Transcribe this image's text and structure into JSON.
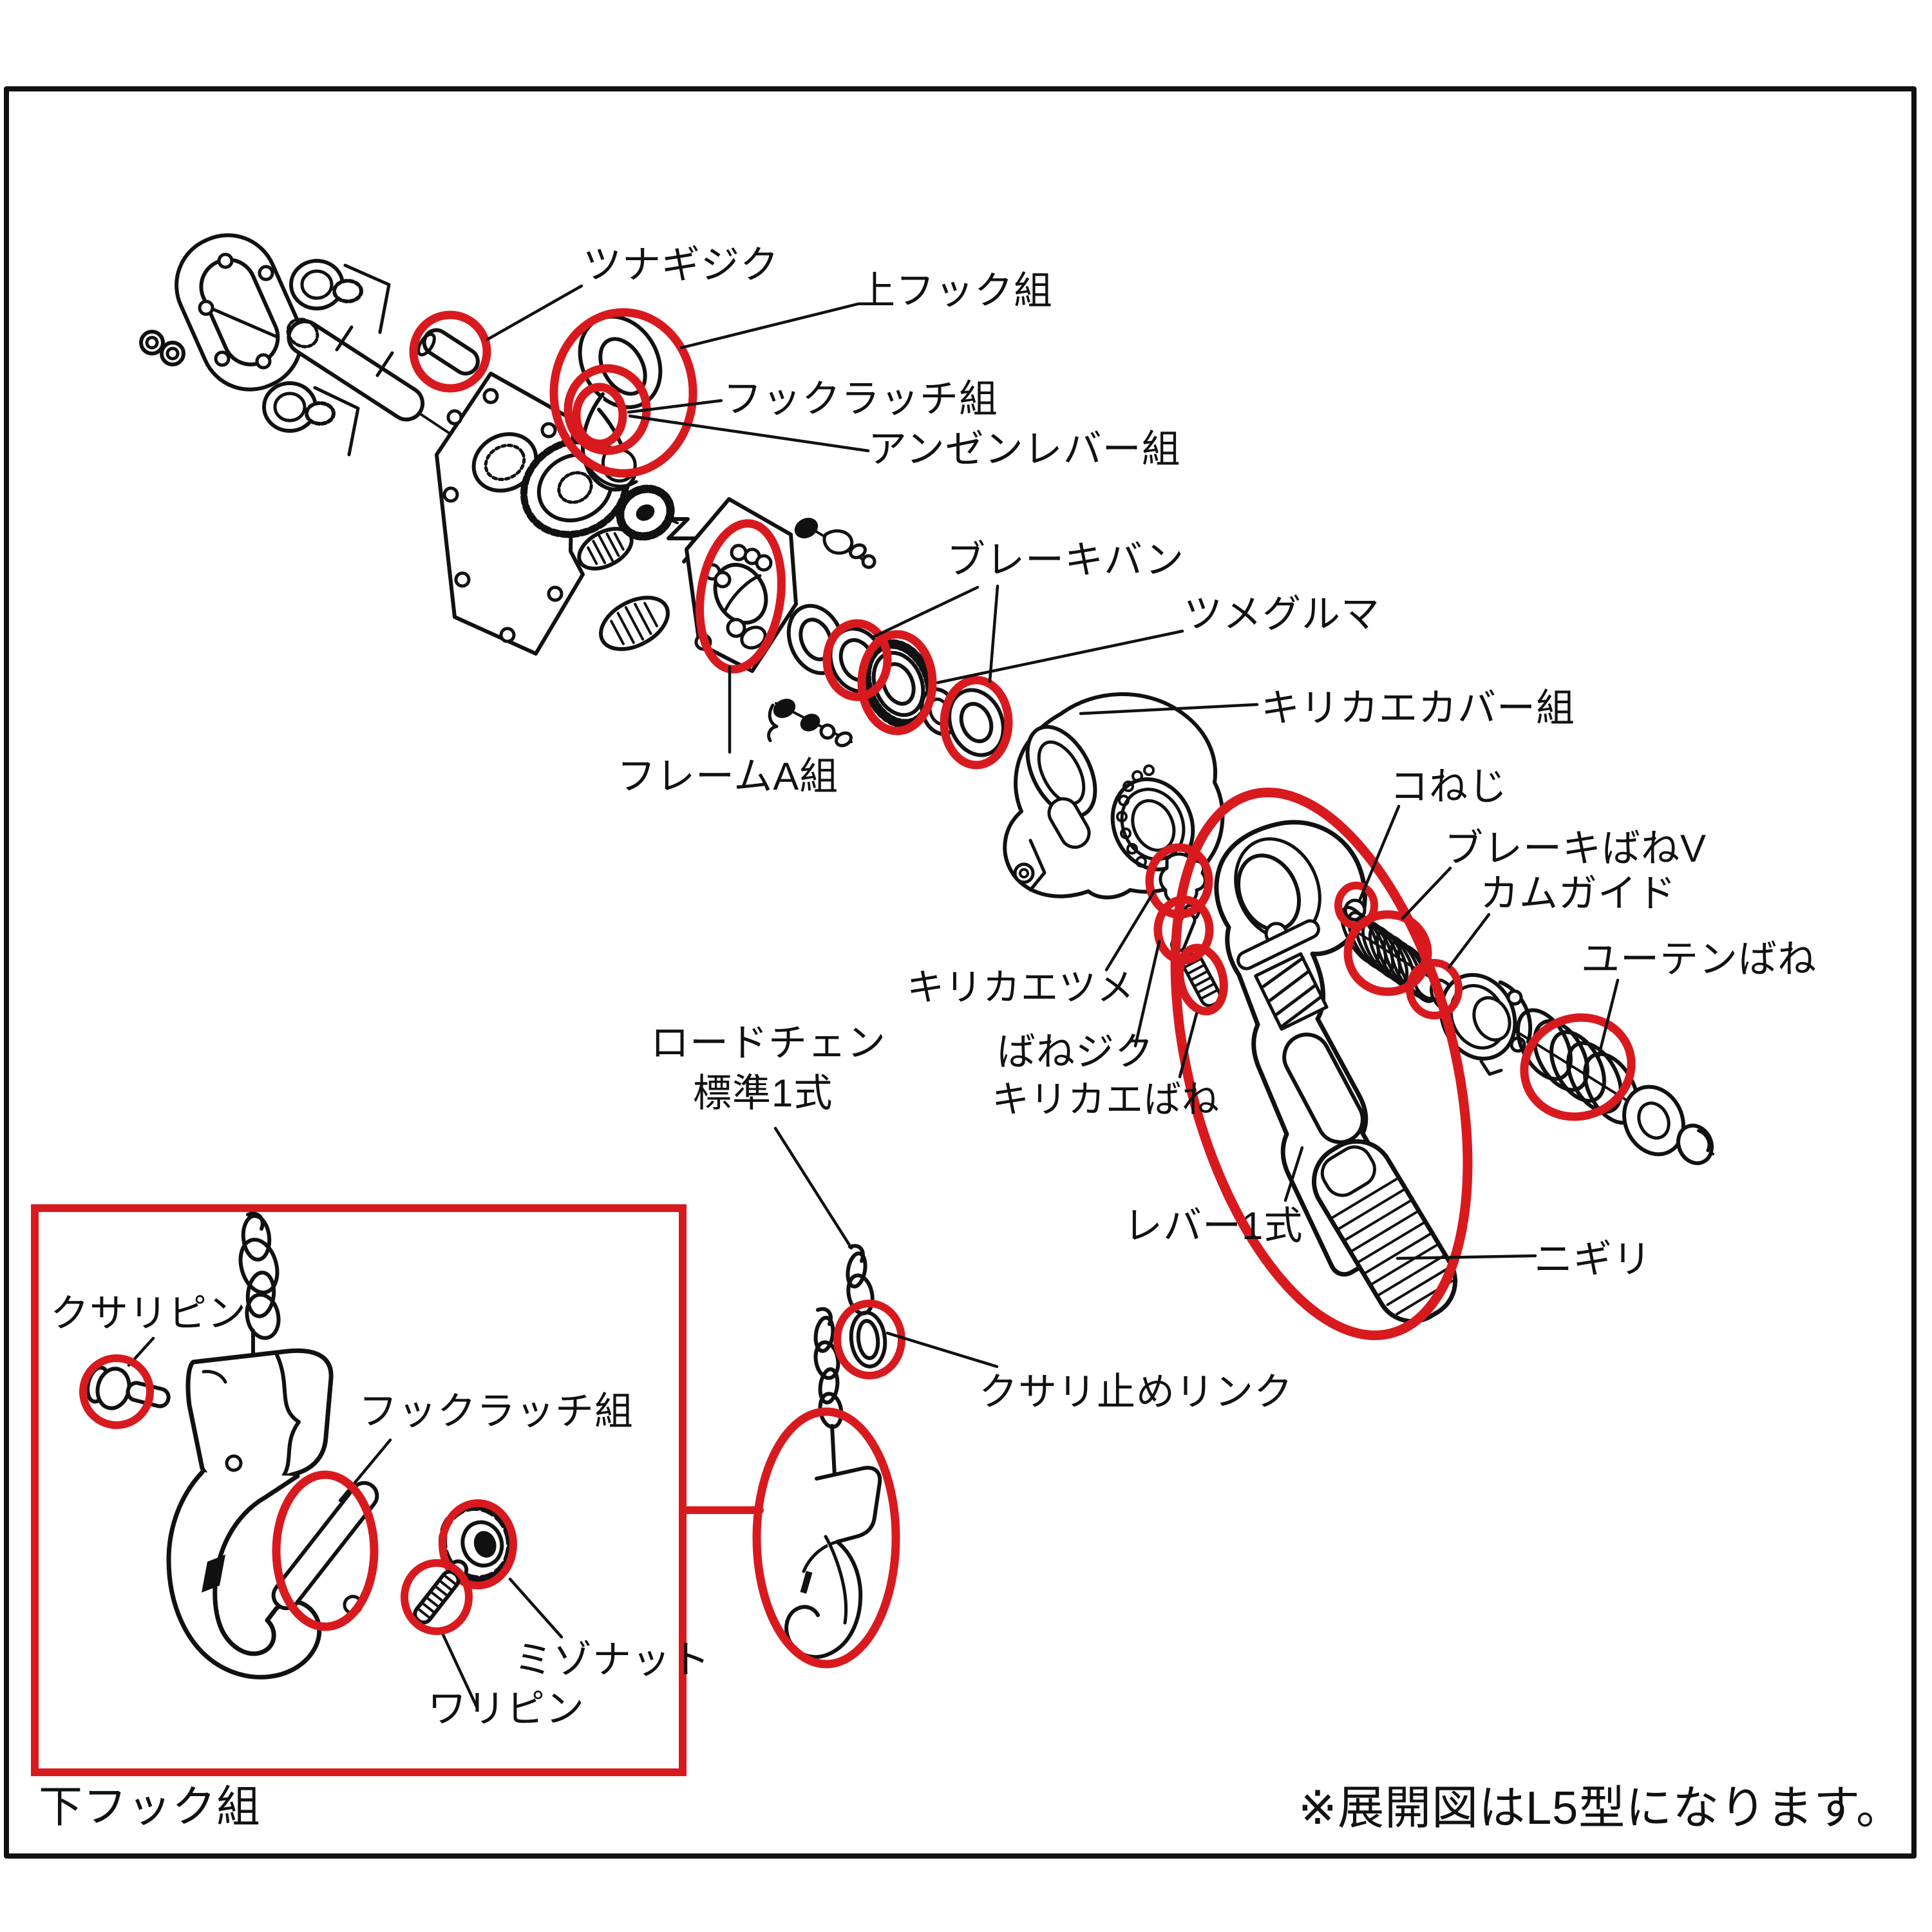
{
  "diagram": {
    "type": "exploded-parts-diagram",
    "note": "※展開図はL5型になります。",
    "box_caption": "下フック組",
    "colors": {
      "highlight": "#d81a1f",
      "line": "#111111",
      "background": "#ffffff"
    },
    "labels": {
      "tsunagi_jiku": "ツナギジク",
      "ue_hook_kumi": "上フック組",
      "hook_latch_kumi_upper": "フックラッチ組",
      "anzen_lever_kumi": "アンゼンレバー組",
      "brake_ban": "ブレーキバン",
      "tsume_guruma": "ツメグルマ",
      "kirikae_cover_kumi": "キリカエカバー組",
      "frame_a_kumi": "フレームA組",
      "ko_neji": "コねじ",
      "brake_bane_v": "ブレーキばねV",
      "cam_guide": "カムガイド",
      "yuten_bane": "ユーテンばね",
      "kirikae_tsume": "キリカエツメ",
      "bane_jiku": "ばねジク",
      "kirikae_bane": "キリカエばね",
      "lever_isshiki": "レバー1式",
      "nigiri": "ニギリ",
      "load_chain_line1": "ロードチェン",
      "load_chain_line2": "標準1式",
      "kusari_tome_link": "クサリ止めリンク",
      "kusari_pin": "クサリピン",
      "hook_latch_kumi_lower": "フックラッチ組",
      "mizo_nut": "ミゾナット",
      "wari_pin": "ワリピン"
    }
  }
}
